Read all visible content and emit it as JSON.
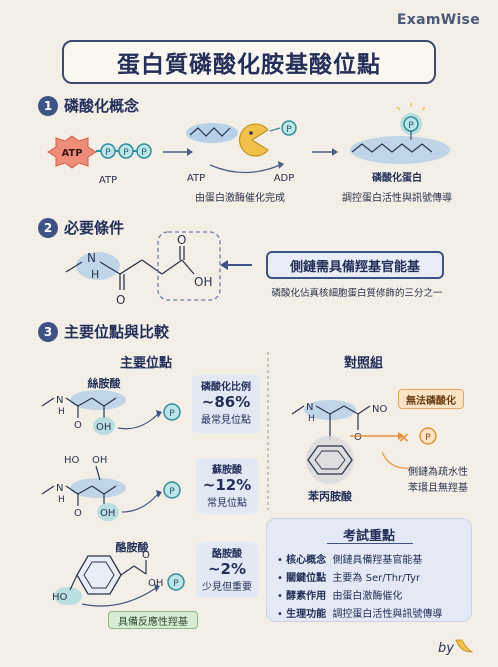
{
  "brand": "ExamWise",
  "title": "蛋白質磷酸化胺基酸位點",
  "section1": {
    "num": "1",
    "title": "磷酸化概念",
    "atp_badge": "ATP",
    "atp_label": "ATP",
    "p": "P",
    "enzyme_atp": "ATP",
    "enzyme_adp": "ADP",
    "enzyme_caption": "由蛋白激酶催化完成",
    "product_label": "磷酸化蛋白",
    "product_caption": "調控蛋白活性與訊號傳導"
  },
  "section2": {
    "num": "2",
    "title": "必要條件",
    "nh": "N",
    "h": "H",
    "o": "O",
    "oh": "OH",
    "callout": "側鏈需具備羥基官能基",
    "note": "磷酸化佔真核細胞蛋白質修飾的三分之一"
  },
  "section3": {
    "num": "3",
    "title": "主要位點與比較",
    "main_header": "主要位點",
    "control_header": "對照組",
    "ser": {
      "name": "絲胺酸",
      "l1": "磷酸化比例",
      "l2": "~86%",
      "l3": "最常見位點"
    },
    "thr": {
      "name": "蘇胺酸",
      "l2": "~12%",
      "l3": "常見位點"
    },
    "tyr": {
      "name": "酪胺酸",
      "l1": "酪胺酸",
      "l2": "~2%",
      "l3": "少見但重要"
    },
    "tyr_tag": "具備反應性羥基",
    "phe_name": "苯丙胺酸",
    "phe_tag": "無法磷酸化",
    "phe_note1": "側鏈為疏水性",
    "phe_note2": "苯環且無羥基",
    "nh": "N",
    "h": "H",
    "o": "O",
    "oh": "OH",
    "ho": "HO",
    "no": "NO"
  },
  "exam": {
    "title": "考試重點",
    "rows": [
      {
        "k": "核心概念",
        "v": "側鏈具備羥基官能基"
      },
      {
        "k": "關鍵位點",
        "v": "主要為 Ser/Thr/Tyr"
      },
      {
        "k": "酵素作用",
        "v": "由蛋白激酶催化"
      },
      {
        "k": "生理功能",
        "v": "調控蛋白活性與訊號傳導"
      }
    ]
  },
  "footer": {
    "by": "by",
    "icon": "banana-icon"
  },
  "colors": {
    "navy": "#3e5486",
    "blue_glow": "#7fb1e0",
    "teal": "#4fb3c4",
    "orange": "#e9913a",
    "red_star": "#f08c7a",
    "yellow": "#f2c14a"
  }
}
